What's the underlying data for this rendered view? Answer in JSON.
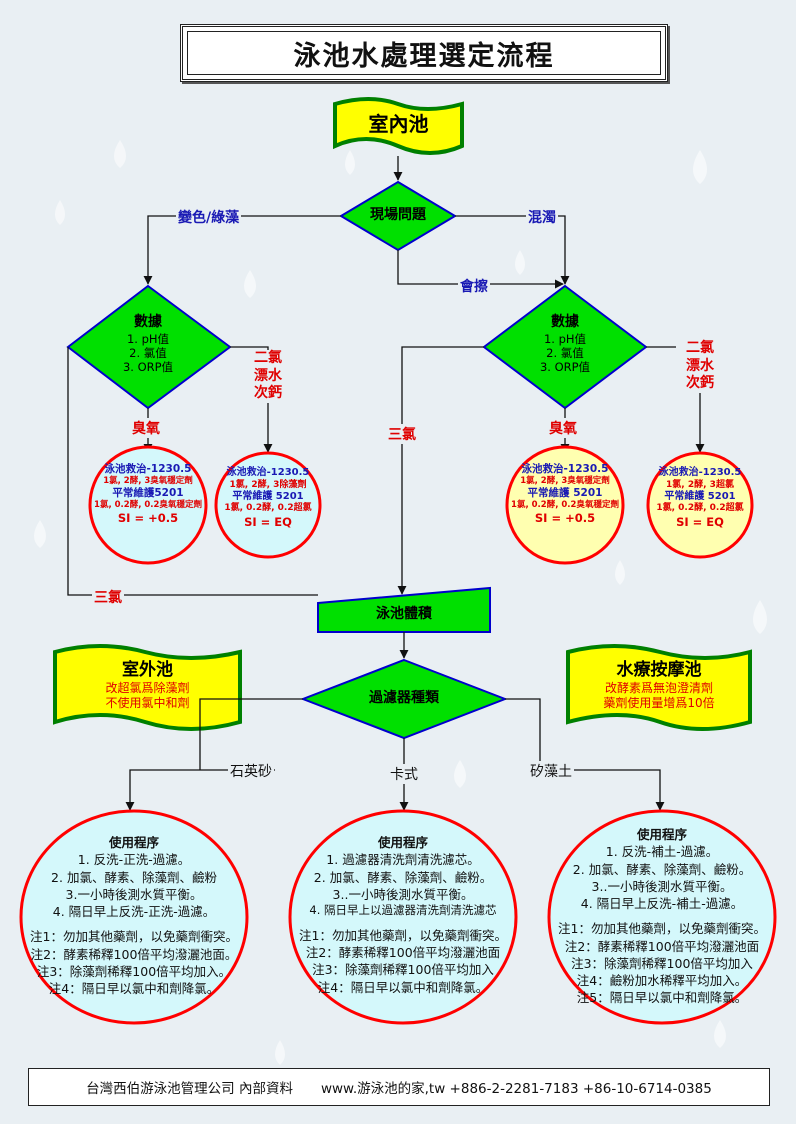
{
  "title": "泳池水處理選定流程",
  "start": "室內池",
  "decision_main": "現場問題",
  "branch_left": "變色/綠藻",
  "branch_right": "混濁",
  "branch_mid": "會擦",
  "data_left": {
    "title": "數據",
    "l1": "1. pH值",
    "l2": "2. 氯值",
    "l3": "3. ORP值"
  },
  "data_right": {
    "title": "數據",
    "l1": "1. pH值",
    "l2": "2. 氯值",
    "l3": "3. ORP值"
  },
  "label_ozone": "臭氧",
  "label_hypo": [
    "二氯",
    "漂水",
    "次鈣"
  ],
  "label_trichlor": "三氯",
  "circles": [
    {
      "l1": "泳池救治-1230.5",
      "l2": "1氯, 2酵, 3臭氧穩定劑",
      "l3": "平常維護5201",
      "l4": "1氯, 0.2酵, 0.2臭氧穩定劑",
      "l5": "SI = +0.5"
    },
    {
      "l1": "泳池救治-1230.5",
      "l2": "1氯, 2酵, 3除藻劑",
      "l3": "平常維護 5201",
      "l4": "1氯, 0.2酵, 0.2超氯",
      "l5": "SI = EQ"
    },
    {
      "l1": "泳池救治-1230.5",
      "l2": "1氯, 2酵, 3臭氧穩定劑",
      "l3": "平常維護 5201",
      "l4": "1氯, 0.2酵, 0.2臭氧穩定劑",
      "l5": "SI = +0.5"
    },
    {
      "l1": "泳池救治-1230.5",
      "l2": "1氯, 2酵, 3超氯",
      "l3": "平常維護 5201",
      "l4": "1氯, 0.2酵, 0.2超氯",
      "l5": "SI = EQ"
    }
  ],
  "volume": "泳池體積",
  "outdoor": {
    "title": "室外池",
    "n1": "改超氯爲除藻劑",
    "n2": "不使用氯中和劑"
  },
  "spa": {
    "title": "水療按摩池",
    "n1": "改酵素爲無泡澄清劑",
    "n2": "藥劑使用量增爲10倍"
  },
  "decision_filter": "過濾器種類",
  "filter_sand": "石英砂",
  "filter_cart": "卡式",
  "filter_de": "矽藻土",
  "proc_sand": {
    "head": "使用程序",
    "lines": [
      "1. 反洗-正洗-過濾。",
      "2. 加氯、酵素、除藻劑、鹼粉",
      "3.一小時後測水質平衡。",
      "4. 隔日早上反洗-正洗-過濾。"
    ],
    "notes": [
      "注1：勿加其他藥劑，以免藥劑衝突。",
      "注2：酵素稀釋100倍平均潑灑池面。",
      "注3：除藻劑稀釋100倍平均加入。",
      "注4：隔日早以氯中和劑降氯。"
    ]
  },
  "proc_cart": {
    "head": "使用程序",
    "lines": [
      "1. 過濾器清洗劑清洗濾芯。",
      "2. 加氯、酵素、除藻劑、鹼粉。",
      "3..一小時後測水質平衡。",
      "4. 隔日早上以過濾器清洗劑清洗濾芯"
    ],
    "notes": [
      "注1：勿加其他藥劑，以免藥劑衝突。",
      "注2：酵素稀釋100倍平均潑灑池面",
      "注3：除藻劑稀釋100倍平均加入",
      "注4：隔日早以氯中和劑降氯。"
    ]
  },
  "proc_de": {
    "head": "使用程序",
    "lines": [
      "1. 反洗-補土-過濾。",
      "2. 加氯、酵素、除藻劑、鹼粉。",
      "3..一小時後測水質平衡。",
      "4. 隔日早上反洗-補土-過濾。"
    ],
    "notes": [
      "注1：勿加其他藥劑，以免藥劑衝突。",
      "注2：酵素稀釋100倍平均潑灑池面",
      "注3：除藻劑稀釋100倍平均加入",
      "注4：鹼粉加水稀釋平均加入。",
      "注5：隔日早以氯中和劑降氯。"
    ]
  },
  "footer": {
    "company": "台灣西伯游泳池管理公司 內部資料",
    "contact": "www.游泳池的家,tw  +886-2-2281-7183  +86-10-6714-0385"
  },
  "colors": {
    "green": "#00e000",
    "yellow": "#ffff00",
    "circle_fill_a": "#d4f8fb",
    "circle_fill_b": "#ffffb0",
    "stroke_red": "#ff0000",
    "blue_text": "#1a1ab4",
    "red_text": "#e00000"
  }
}
